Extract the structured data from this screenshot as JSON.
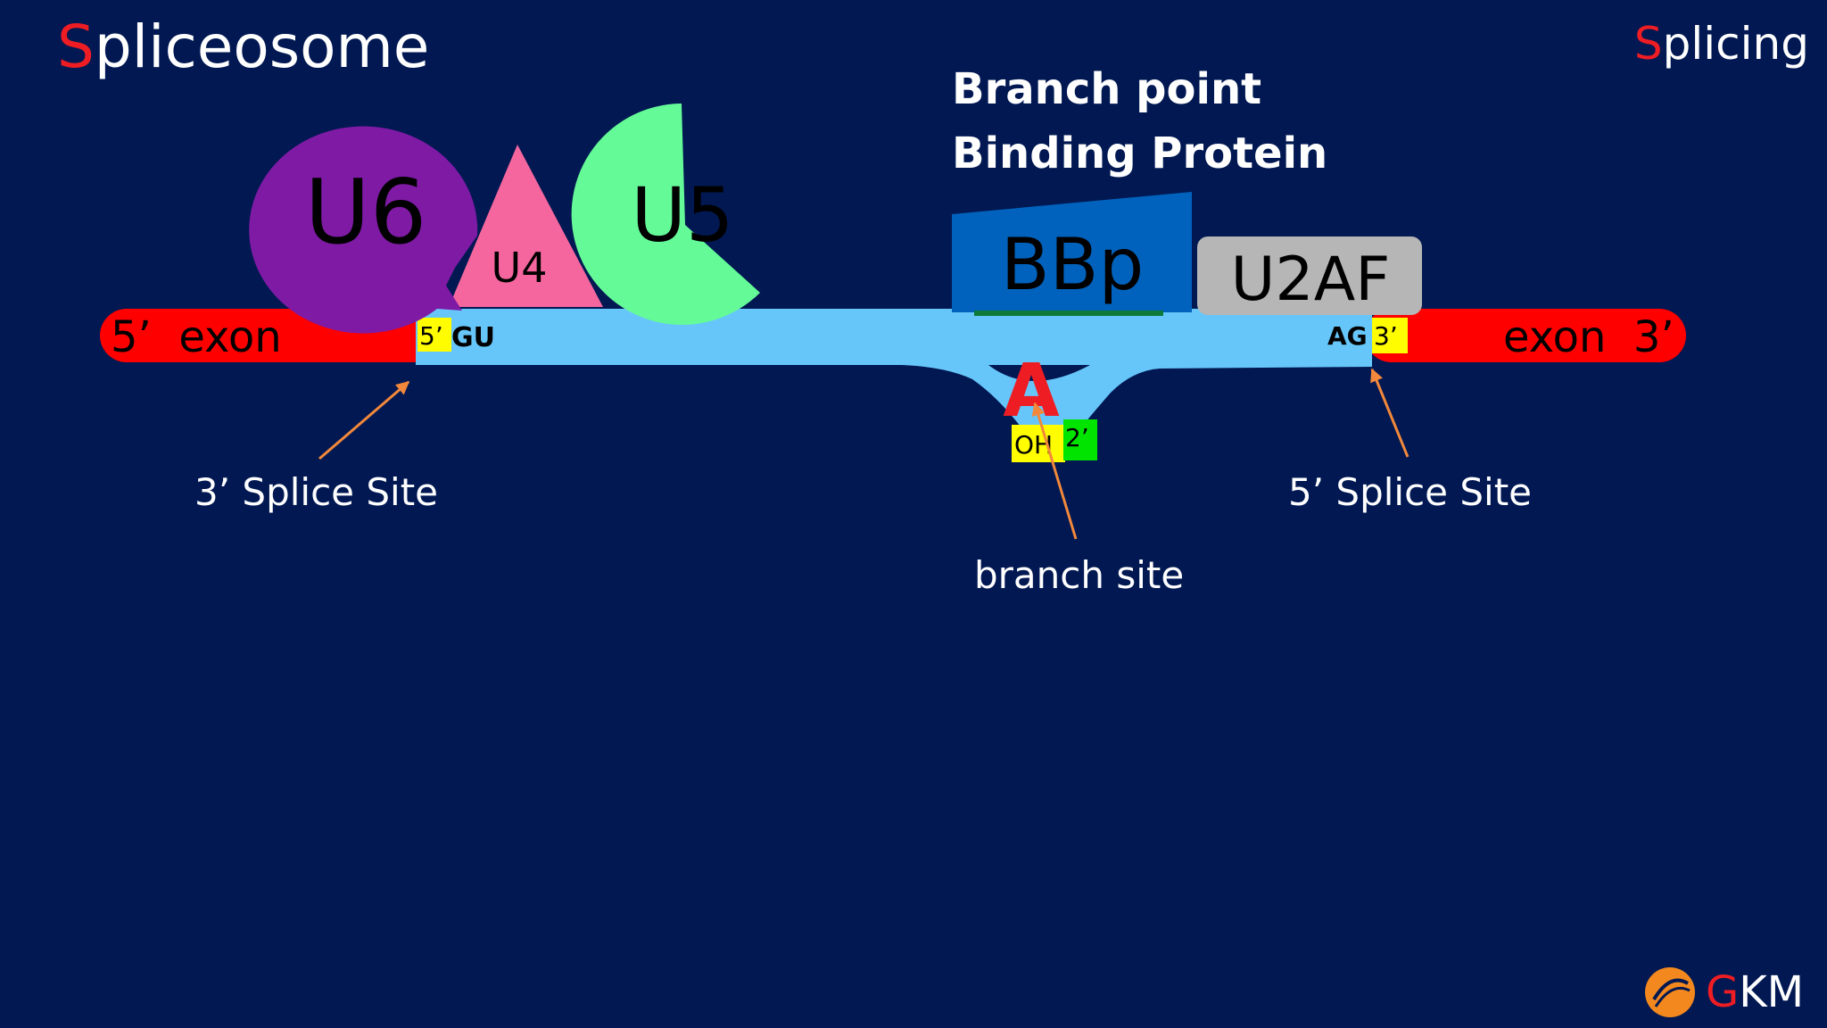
{
  "slide_title": {
    "first_letter": "S",
    "rest": "pliceosome"
  },
  "section_title": {
    "first_letter": "S",
    "rest": "plicing"
  },
  "proteins": {
    "u6": "U6",
    "u4": "U4",
    "u5": "U5",
    "bbp": "BBp",
    "u2af": "U2AF"
  },
  "bbp_title": {
    "line1": "Branch point",
    "line2": "Binding Protein"
  },
  "rna": {
    "left_exon": "5’  exon",
    "right_exon": "exon  3’",
    "left_end": "5’",
    "left_dinucleotide": "GU",
    "right_dinucleotide": "AG",
    "right_end": "3’",
    "branch_nucleotide": "A",
    "oh": "OH",
    "two_prime": "2’"
  },
  "annotations": {
    "left_site": "3’ Splice Site",
    "branch_site": "branch site",
    "right_site": "5’ Splice Site"
  },
  "logo": {
    "first_letter": "G",
    "rest": "KM"
  },
  "colors": {
    "background": "#011852",
    "title_accent": "#ee1d24",
    "exon": "#fe0000",
    "intron": "#66c6fa",
    "u6": "#7f1aa5",
    "u4": "#f5669e",
    "u5": "#65fa98",
    "bbp": "#0062bc",
    "u2af": "#b6b6b6",
    "highlight_yellow": "#fffd00",
    "highlight_green": "#00e400",
    "arrow": "#f2883b"
  }
}
